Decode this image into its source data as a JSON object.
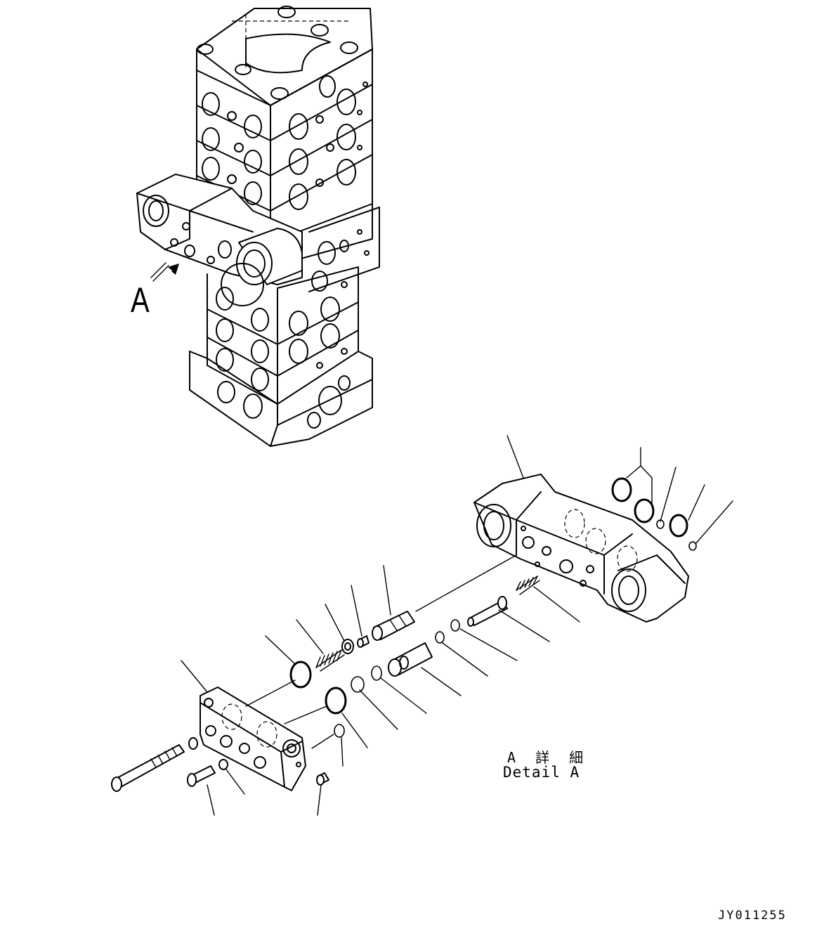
{
  "view_label": "A",
  "detail_label_jp": "A 詳 細",
  "detail_label_en": "Detail A",
  "drawing_code": "JY011255"
}
